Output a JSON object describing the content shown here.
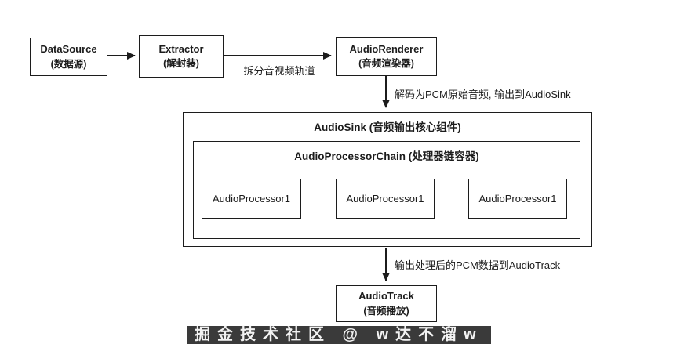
{
  "nodes": {
    "datasource": {
      "title": "DataSource",
      "subtitle": "(数据源)"
    },
    "extractor": {
      "title": "Extractor",
      "subtitle": "(解封装)"
    },
    "audio_renderer": {
      "title": "AudioRenderer",
      "subtitle": "(音频渲染器)"
    },
    "audio_track": {
      "title": "AudioTrack",
      "subtitle": "(音频播放)"
    }
  },
  "containers": {
    "audio_sink_title": "AudioSink (音频输出核心组件)",
    "processor_chain_title": "AudioProcessorChain (处理器链容器)"
  },
  "processors": [
    "AudioProcessor1",
    "AudioProcessor1",
    "AudioProcessor1"
  ],
  "edge_labels": {
    "split_tracks": "拆分音视频轨道",
    "decode_pcm": "解码为PCM原始音频, 输出到AudioSink",
    "output_pcm": "输出处理后的PCM数据到AudioTrack"
  },
  "watermark": "掘金技术社区 @ w达不溜w"
}
